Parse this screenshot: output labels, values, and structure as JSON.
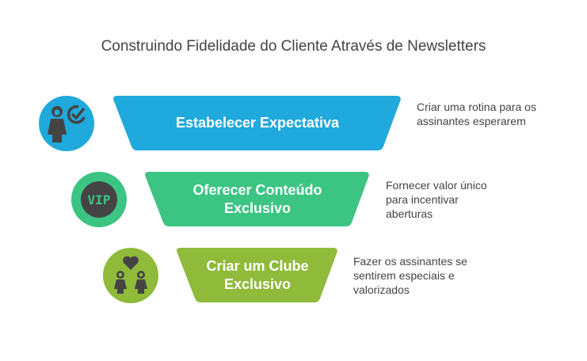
{
  "title": "Construindo Fidelidade do Cliente Através de Newsletters",
  "colors": {
    "step1": "#1fa9dc",
    "step2": "#3cc482",
    "step3": "#8fba3a",
    "icon": "#444444"
  },
  "steps": [
    {
      "label": "Estabelecer Expectativa",
      "description": "Criar uma rotina para os assinantes esperarem",
      "icon": "person-checkmark-icon"
    },
    {
      "label": "Oferecer Conteúdo Exclusivo",
      "description": "Fornecer valor único para incentivar aberturas",
      "icon": "vip-badge-icon",
      "icon_text": "VIP"
    },
    {
      "label": "Criar um Clube Exclusivo",
      "description": "Fazer os assinantes se sentirem especiais e valorizados",
      "icon": "couple-heart-icon"
    }
  ]
}
